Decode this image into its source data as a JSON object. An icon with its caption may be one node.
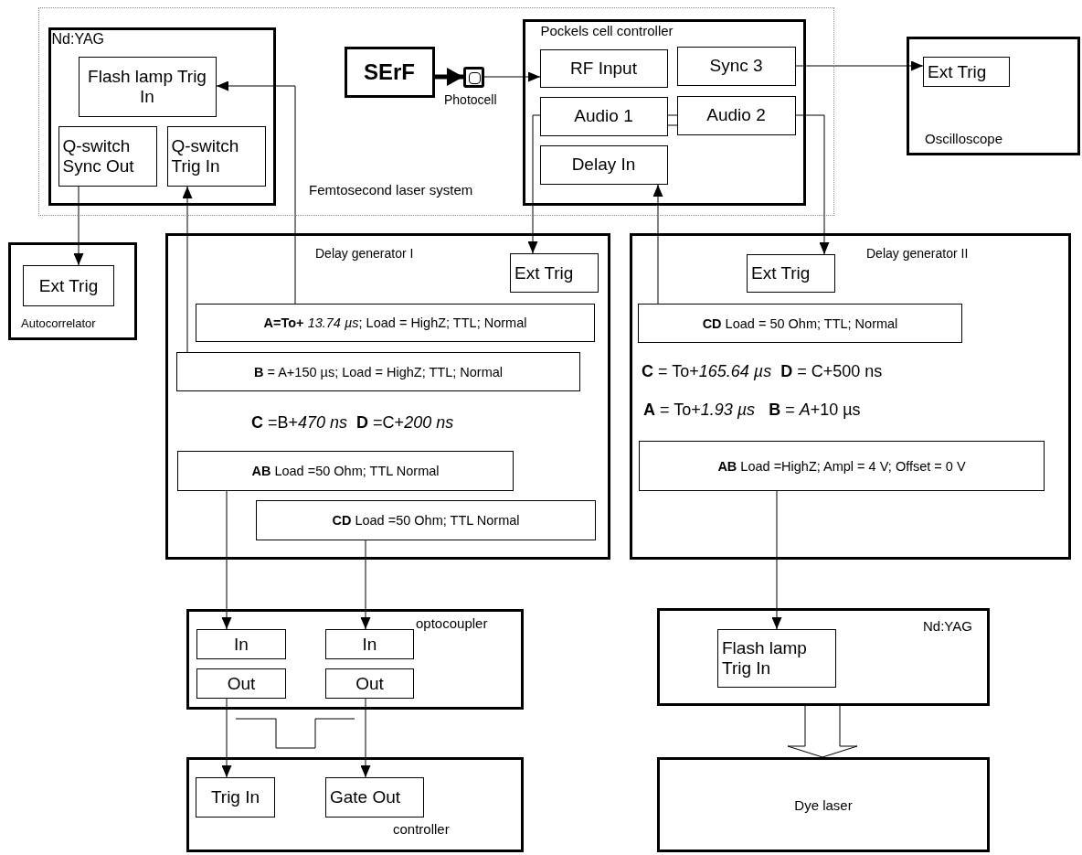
{
  "diagram": {
    "nodes": [
      {
        "text": [
          "Femtosecond laser system"
        ]
      },
      {
        "text": [
          "Nd:YAG"
        ],
        "in": 0
      },
      {
        "text": [
          "Flash lamp Trig In"
        ],
        "in": 1
      },
      {
        "text": [
          "Q-switch Sync Out"
        ],
        "in": 1
      },
      {
        "text": [
          "Q-switch Trig In"
        ],
        "in": 1
      },
      {
        "text": [
          "SErF"
        ],
        "in": 0
      },
      {
        "text": [],
        "shape": "box",
        "beside": [
          "Photocell"
        ],
        "in": 0
      },
      {
        "text": [
          "Pockels cell controller"
        ],
        "in": 0
      },
      {
        "text": [
          "RF Input"
        ],
        "in": 7
      },
      {
        "text": [
          "Sync 3"
        ],
        "in": 7
      },
      {
        "text": [
          "Audio 1"
        ],
        "in": 7
      },
      {
        "text": [
          "Audio 2"
        ],
        "in": 7
      },
      {
        "text": [
          "Delay In"
        ],
        "in": 7
      },
      {
        "text": [
          "Oscilloscope"
        ]
      },
      {
        "text": [
          "Ext Trig"
        ],
        "in": 13
      },
      {
        "text": [
          "Autocorrelator"
        ]
      },
      {
        "text": [
          "Ext Trig"
        ],
        "in": 15
      },
      {
        "text": [
          "Delay generator I"
        ]
      },
      {
        "text": [
          "Ext Trig"
        ],
        "in": 17
      },
      {
        "text": [
          "**A=To+** *13.74 µs*; Load = HighZ; TTL; Normal"
        ],
        "in": 17
      },
      {
        "text": [
          "**B** = A+150 µs; Load = HighZ; TTL; Normal"
        ],
        "in": 17
      },
      {
        "text": [
          "**AB** Load =50 Ohm; TTL Normal"
        ],
        "in": 17
      },
      {
        "text": [
          "**CD** Load =50 Ohm; TTL Normal"
        ],
        "in": 17
      },
      {
        "text": [
          "Delay generator II"
        ]
      },
      {
        "text": [
          "Ext Trig"
        ],
        "in": 23
      },
      {
        "text": [
          "**CD** Load = 50 Ohm; TTL; Normal"
        ],
        "in": 23
      },
      {
        "text": [
          "**AB** Load =HighZ; Ampl = 4 V; Offset = 0 V"
        ],
        "in": 23
      },
      {
        "text": [
          "optocoupler"
        ]
      },
      {
        "text": [
          "In"
        ],
        "in": 27
      },
      {
        "text": [
          "Out"
        ],
        "in": 27
      },
      {
        "text": [
          "In"
        ],
        "in": 27
      },
      {
        "text": [
          "Out"
        ],
        "in": 27
      },
      {
        "text": [
          "controller"
        ]
      },
      {
        "text": [
          "Trig In"
        ],
        "in": 32
      },
      {
        "text": [
          "Gate Out"
        ],
        "in": 32
      },
      {
        "text": [
          "Nd:YAG"
        ]
      },
      {
        "text": [
          "Flash lamp Trig In"
        ],
        "in": 35
      },
      {
        "text": [
          "Dye laser"
        ]
      }
    ],
    "edges": [
      {
        "from": 5,
        "to": 6,
        "arrow": "to",
        "style": "thick"
      },
      {
        "from": 6,
        "to": 8,
        "arrow": "to"
      },
      {
        "from": 9,
        "to": 14,
        "arrow": "to"
      },
      {
        "from": 10,
        "to": 11,
        "arrow": "none"
      },
      {
        "from": 10,
        "to": 18,
        "arrow": "to"
      },
      {
        "from": 11,
        "to": 24,
        "arrow": "to"
      },
      {
        "from": 25,
        "to": 12,
        "arrow": "to"
      },
      {
        "from": 19,
        "to": 2,
        "arrow": "to"
      },
      {
        "from": 20,
        "to": 4,
        "arrow": "to"
      },
      {
        "from": 3,
        "to": 16,
        "arrow": "to"
      },
      {
        "from": 21,
        "to": 28,
        "arrow": "to"
      },
      {
        "from": 22,
        "to": 30,
        "arrow": "to"
      },
      {
        "from": 29,
        "to": 33,
        "arrow": "to"
      },
      {
        "from": 31,
        "to": 34,
        "arrow": "to"
      },
      {
        "from": 26,
        "to": 36,
        "arrow": "to"
      },
      {
        "from": 35,
        "to": 37,
        "arrow": "to"
      }
    ],
    "labels": [
      "**C** =B+*470 ns*  **D** =C+*200 ns*",
      "**C** = To+*165.64 µs*  **D** = C+500 ns",
      "**A** = To+*1.93 µs*   **B** = *A*+10 µs"
    ]
  }
}
